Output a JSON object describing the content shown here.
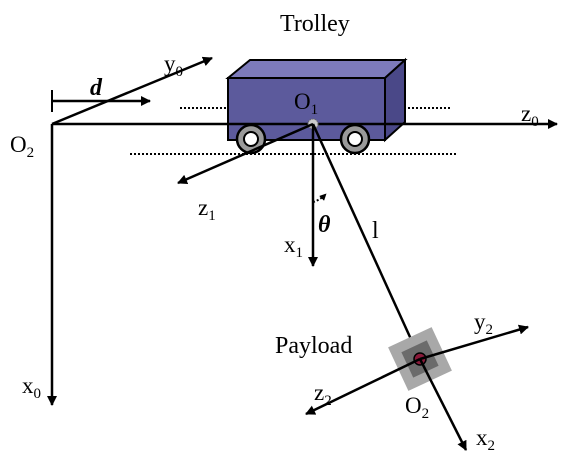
{
  "labels": {
    "trolley": "Trolley",
    "payload": "Payload",
    "d": "d",
    "theta": "θ",
    "rope_length": "l",
    "o1": {
      "base": "O",
      "sub": "1"
    },
    "o2_origin": {
      "base": "O",
      "sub": "2"
    },
    "o2_payload": {
      "base": "O",
      "sub": "2"
    },
    "x0": {
      "base": "x",
      "sub": "0"
    },
    "y0": {
      "base": "y",
      "sub": "0"
    },
    "z0": {
      "base": "z",
      "sub": "0"
    },
    "x1": {
      "base": "x",
      "sub": "1"
    },
    "z1": {
      "base": "z",
      "sub": "1"
    },
    "x2": {
      "base": "x",
      "sub": "2"
    },
    "y2": {
      "base": "y",
      "sub": "2"
    },
    "z2": {
      "base": "z",
      "sub": "2"
    }
  },
  "colors": {
    "trolley_body": "#5c5a9c",
    "trolley_top": "#7d7bbb",
    "trolley_side": "#4a4888",
    "wheel_outer": "#9a9a9a",
    "payload_outer": "#a8a8a8",
    "payload_inner": "#6b6b6b",
    "payload_center": "#8a1a3a",
    "stroke": "#000000"
  }
}
